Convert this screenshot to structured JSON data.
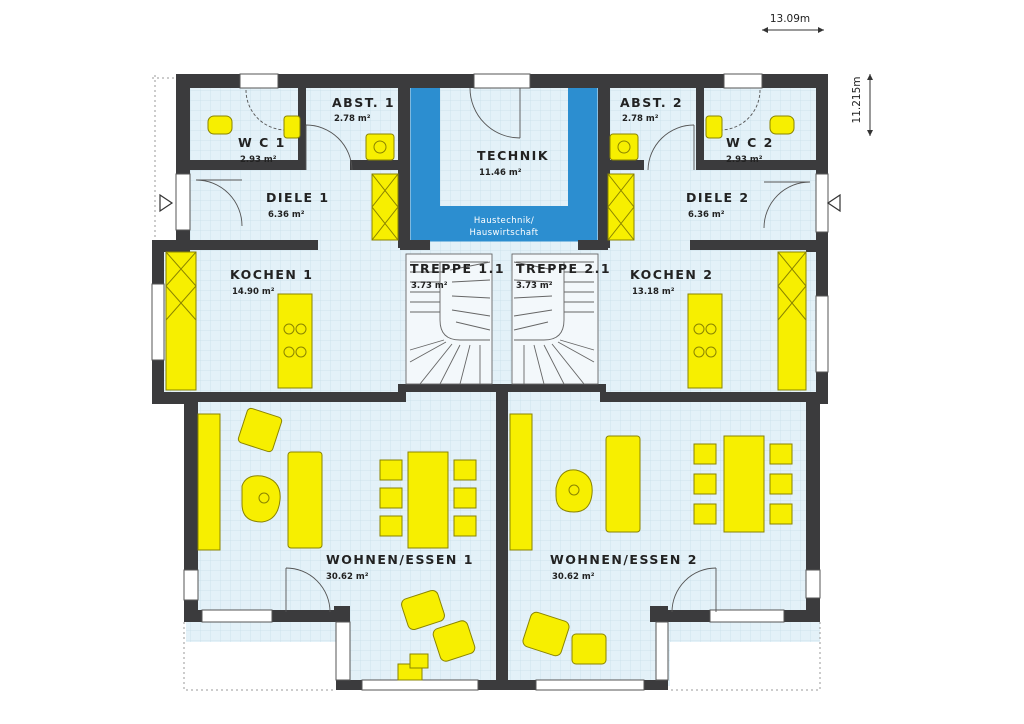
{
  "plan": {
    "dimensions": {
      "width": "13.09m",
      "depth": "11.215m"
    },
    "rooms": {
      "wc1": {
        "name": "W C  1",
        "area": "2.93 m²"
      },
      "abst1": {
        "name": "ABST. 1",
        "area": "2.78 m²"
      },
      "technik": {
        "name": "TECHNIK",
        "area": "11.46 m²",
        "sub_line1": "Haustechnik/",
        "sub_line2": "Hauswirtschaft"
      },
      "abst2": {
        "name": "ABST. 2",
        "area": "2.78 m²"
      },
      "wc2": {
        "name": "W C  2",
        "area": "2.93 m²"
      },
      "diele1": {
        "name": "DIELE 1",
        "area": "6.36 m²"
      },
      "diele2": {
        "name": "DIELE 2",
        "area": "6.36 m²"
      },
      "kochen1": {
        "name": "KOCHEN 1",
        "area": "14.90 m²"
      },
      "treppe11": {
        "name": "TREPPE 1.1",
        "area": "3.73 m²"
      },
      "treppe21": {
        "name": "TREPPE 2.1",
        "area": "3.73 m²"
      },
      "kochen2": {
        "name": "KOCHEN 2",
        "area": "13.18 m²"
      },
      "wohnen1": {
        "name": "WOHNEN/ESSEN 1",
        "area": "30.62 m²"
      },
      "wohnen2": {
        "name": "WOHNEN/ESSEN 2",
        "area": "30.62 m²"
      }
    },
    "colors": {
      "wall": "#3b3b3d",
      "floor": "#e3f1f8",
      "grid": "#c9dfea",
      "furniture": "#f7ef00",
      "furniture_stroke": "#8a8400",
      "technik_floor": "#2c8ed0"
    }
  }
}
